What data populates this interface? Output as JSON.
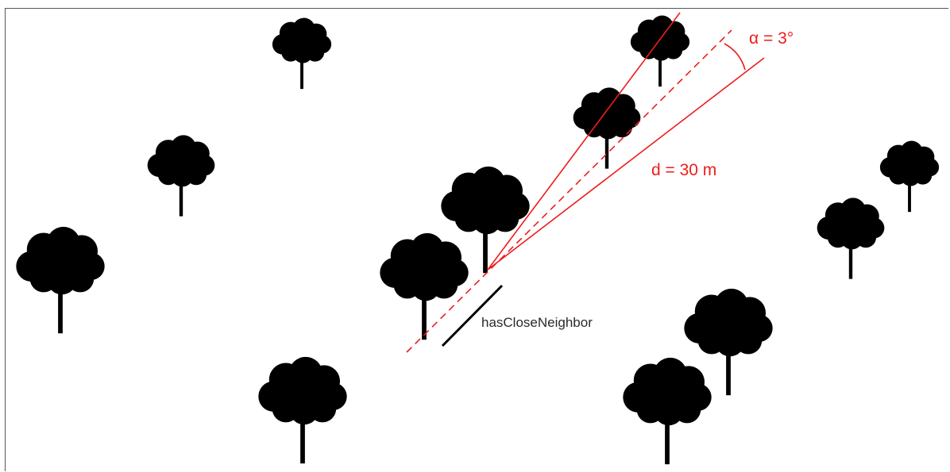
{
  "labels": {
    "alpha": "α = 3°",
    "distance": "d = 30 m",
    "relation": "hasCloseNeighbor"
  },
  "colors": {
    "tree": "#000000",
    "ray": "#ee1c1c",
    "relation_line": "#000000",
    "background": "#ffffff"
  },
  "icons": {
    "tree": "tree-icon"
  }
}
